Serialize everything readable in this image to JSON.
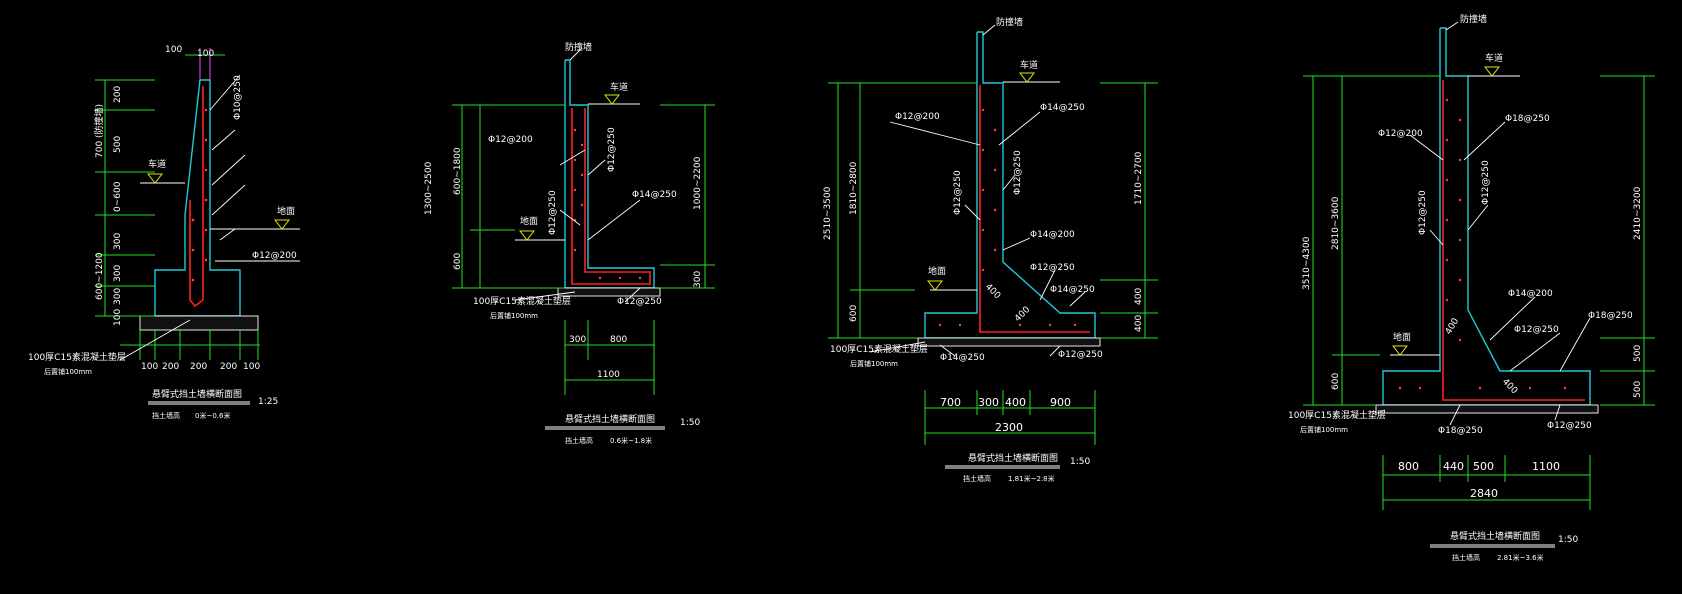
{
  "drawings": [
    {
      "labels": {
        "rebar_top": "Φ10@250",
        "road": "车道",
        "ground": "地面",
        "rebar_bottom": "Φ12@200",
        "cushion_line1": "100厚C15素混凝土垫层",
        "cushion_line2": "后置铺100mm"
      },
      "dims": {
        "top_100_a": "100",
        "top_100_b": "100",
        "v_200": "200",
        "v_500": "500",
        "v_700": "700 (防撞墙)",
        "v_0_600": "0~600",
        "v_300a": "300",
        "v_600_1200": "600~1200",
        "v_300b": "300",
        "v_300c": "300",
        "v_100": "100",
        "b_100a": "100",
        "b_200a": "200",
        "b_200b": "200",
        "b_200c": "200",
        "b_100b": "100"
      },
      "title": "悬臂式挡土墙横断面图",
      "scale": "1:25",
      "subtitle_key": "挡土墙高",
      "subtitle_val": "0米~0.6米"
    },
    {
      "labels": {
        "barrier": "防撞墙",
        "road": "车道",
        "rebar_a": "Φ12@200",
        "rebar_b": "Φ12@250",
        "rebar_c": "Φ12@250",
        "rebar_d": "Φ14@250",
        "ground": "地面",
        "rebar_e": "Φ12@250",
        "cushion_line1": "100厚C15素混凝土垫层",
        "cushion_line2": "后置铺100mm"
      },
      "dims": {
        "v_1300_2500": "1300~2500",
        "v_600_1800": "600~1800",
        "v_600": "600",
        "v_1000_2200": "1000~2200",
        "v_300": "300",
        "b_300": "300",
        "b_800": "800",
        "b_1100": "1100"
      },
      "title": "悬臂式挡土墙横断面图",
      "scale": "1:50",
      "subtitle_key": "挡土墙高",
      "subtitle_val": "0.6米~1.8米"
    },
    {
      "labels": {
        "barrier": "防撞墙",
        "road": "车道",
        "rebar_a": "Φ12@200",
        "rebar_b": "Φ14@250",
        "rebar_c": "Φ12@250",
        "rebar_d": "Φ12@250",
        "rebar_e": "Φ14@200",
        "rebar_f": "Φ12@250",
        "rebar_g": "Φ14@250",
        "ground": "地面",
        "rebar_h": "Φ14@250",
        "rebar_i": "Φ12@250",
        "haunch_a": "400",
        "haunch_b": "400",
        "cushion_line1": "100厚C15素混凝土垫层",
        "cushion_line2": "后置铺100mm"
      },
      "dims": {
        "v_2510_3500": "2510~3500",
        "v_1810_2800": "1810~2800",
        "v_600": "600",
        "v_1710_2700": "1710~2700",
        "v_400a": "400",
        "v_400b": "400",
        "b_700": "700",
        "b_300": "300",
        "b_400": "400",
        "b_900": "900",
        "b_2300": "2300"
      },
      "title": "悬臂式挡土墙横断面图",
      "scale": "1:50",
      "subtitle_key": "挡土墙高",
      "subtitle_val": "1.81米~2.8米"
    },
    {
      "labels": {
        "barrier": "防撞墙",
        "road": "车道",
        "rebar_a": "Φ12@200",
        "rebar_b": "Φ18@250",
        "rebar_c": "Φ12@250",
        "rebar_d": "Φ12@250",
        "rebar_e": "Φ14@200",
        "rebar_f": "Φ12@250",
        "rebar_g": "Φ18@250",
        "ground": "地面",
        "rebar_h": "Φ18@250",
        "rebar_i": "Φ12@250",
        "haunch_a": "400",
        "haunch_b": "400",
        "cushion_line1": "100厚C15素混凝土垫层",
        "cushion_line2": "后置铺100mm"
      },
      "dims": {
        "v_3510_4300": "3510~4300",
        "v_2810_3600": "2810~3600",
        "v_600": "600",
        "v_2410_3200": "2410~3200",
        "v_500a": "500",
        "v_500b": "500",
        "b_800": "800",
        "b_440": "440",
        "b_500": "500",
        "b_1100": "1100",
        "b_2840": "2840"
      },
      "title": "悬臂式挡土墙横断面图",
      "scale": "1:50",
      "subtitle_key": "挡土墙高",
      "subtitle_val": "2.81米~3.6米"
    }
  ]
}
